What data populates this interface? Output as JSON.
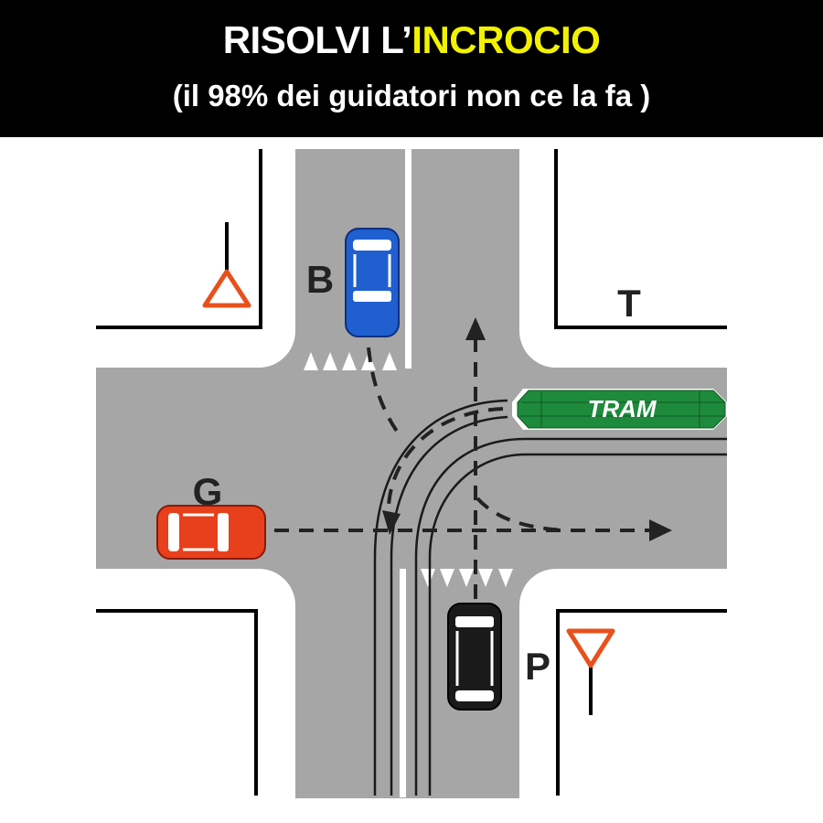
{
  "header": {
    "title_part1": "RISOLVI L’",
    "title_part2": "INCROCIO",
    "subtitle": "(il 98% dei guidatori non ce la fa )"
  },
  "diagram": {
    "labels": {
      "b": "B",
      "t": "T",
      "g": "G",
      "p": "P",
      "tram": "TRAM"
    },
    "colors": {
      "road": "#a6a6a6",
      "car_b": "#1f5fd0",
      "car_g": "#e8401c",
      "car_p": "#1a1a1a",
      "tram": "#1e8a3c",
      "title_accent": "#f2f200"
    }
  }
}
